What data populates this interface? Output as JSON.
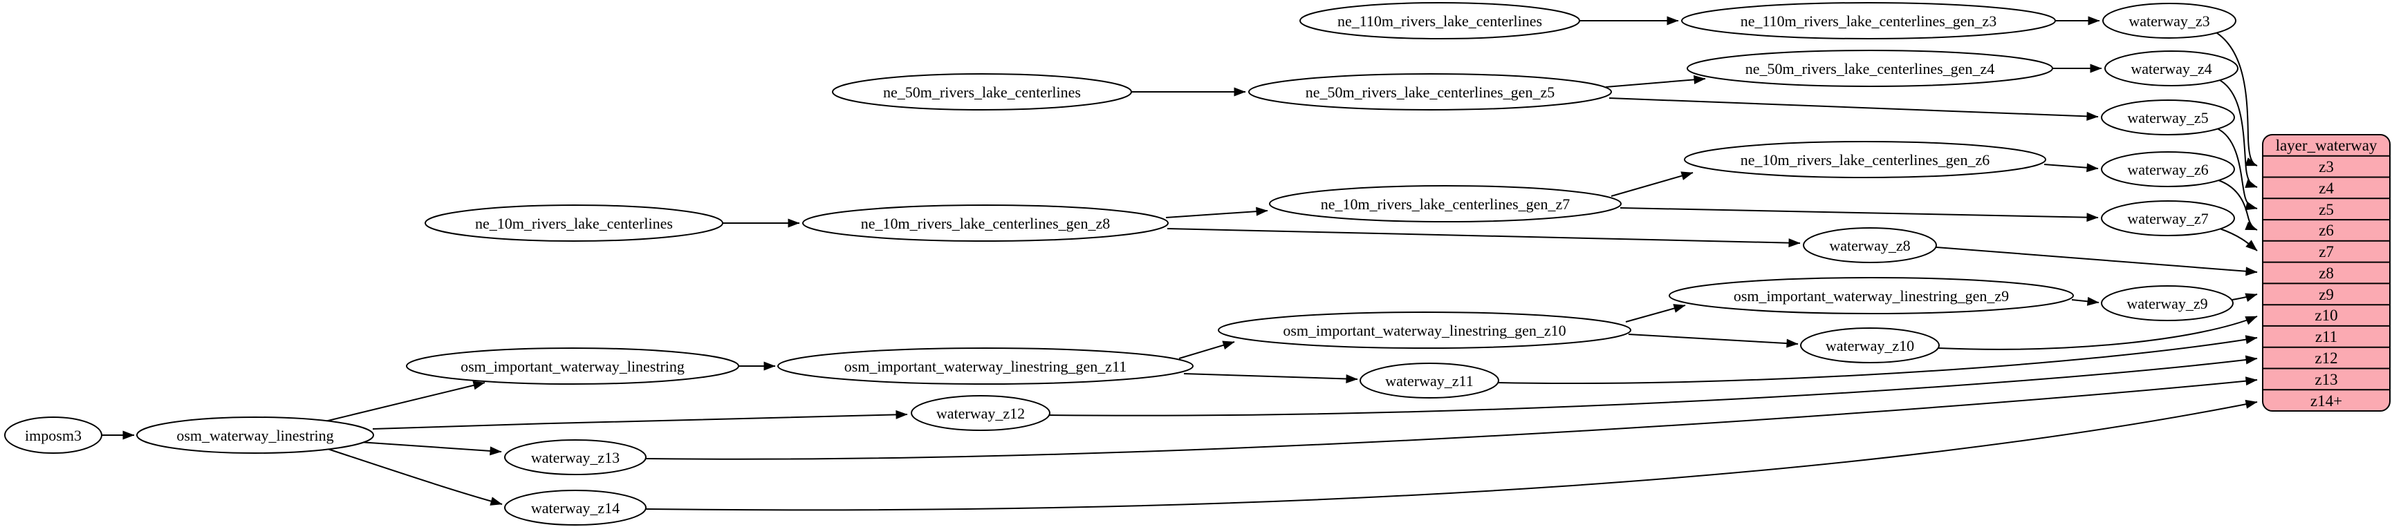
{
  "diagram": {
    "colors": {
      "background": "#ffffff",
      "node_fill": "#ffffff",
      "node_stroke": "#000000",
      "edge_color": "#000000",
      "record_fill": "#fbaab2"
    },
    "nodes": {
      "imposm3": "imposm3",
      "osm_waterway_linestring": "osm_waterway_linestring",
      "osm_important_waterway_linestring": "osm_important_waterway_linestring",
      "osm_important_waterway_linestring_gen_z11": "osm_important_waterway_linestring_gen_z11",
      "osm_important_waterway_linestring_gen_z10": "osm_important_waterway_linestring_gen_z10",
      "osm_important_waterway_linestring_gen_z9": "osm_important_waterway_linestring_gen_z9",
      "ne_110m_rivers_lake_centerlines": "ne_110m_rivers_lake_centerlines",
      "ne_110m_rivers_lake_centerlines_gen_z3": "ne_110m_rivers_lake_centerlines_gen_z3",
      "ne_50m_rivers_lake_centerlines": "ne_50m_rivers_lake_centerlines",
      "ne_50m_rivers_lake_centerlines_gen_z5": "ne_50m_rivers_lake_centerlines_gen_z5",
      "ne_50m_rivers_lake_centerlines_gen_z4": "ne_50m_rivers_lake_centerlines_gen_z4",
      "ne_10m_rivers_lake_centerlines": "ne_10m_rivers_lake_centerlines",
      "ne_10m_rivers_lake_centerlines_gen_z8": "ne_10m_rivers_lake_centerlines_gen_z8",
      "ne_10m_rivers_lake_centerlines_gen_z7": "ne_10m_rivers_lake_centerlines_gen_z7",
      "ne_10m_rivers_lake_centerlines_gen_z6": "ne_10m_rivers_lake_centerlines_gen_z6",
      "waterway_z3": "waterway_z3",
      "waterway_z4": "waterway_z4",
      "waterway_z5": "waterway_z5",
      "waterway_z6": "waterway_z6",
      "waterway_z7": "waterway_z7",
      "waterway_z8": "waterway_z8",
      "waterway_z9": "waterway_z9",
      "waterway_z10": "waterway_z10",
      "waterway_z11": "waterway_z11",
      "waterway_z12": "waterway_z12",
      "waterway_z13": "waterway_z13",
      "waterway_z14": "waterway_z14"
    },
    "record": {
      "title": "layer_waterway",
      "rows": [
        "z3",
        "z4",
        "z5",
        "z6",
        "z7",
        "z8",
        "z9",
        "z10",
        "z11",
        "z12",
        "z13",
        "z14+"
      ]
    },
    "edges": [
      [
        "imposm3",
        "osm_waterway_linestring"
      ],
      [
        "osm_waterway_linestring",
        "osm_important_waterway_linestring"
      ],
      [
        "osm_waterway_linestring",
        "waterway_z12"
      ],
      [
        "osm_waterway_linestring",
        "waterway_z13"
      ],
      [
        "osm_waterway_linestring",
        "waterway_z14"
      ],
      [
        "ne_110m_rivers_lake_centerlines",
        "ne_110m_rivers_lake_centerlines_gen_z3"
      ],
      [
        "ne_110m_rivers_lake_centerlines_gen_z3",
        "waterway_z3"
      ],
      [
        "waterway_z3",
        "layer_waterway.z3"
      ],
      [
        "ne_50m_rivers_lake_centerlines",
        "ne_50m_rivers_lake_centerlines_gen_z5"
      ],
      [
        "ne_50m_rivers_lake_centerlines_gen_z5",
        "ne_50m_rivers_lake_centerlines_gen_z4"
      ],
      [
        "ne_50m_rivers_lake_centerlines_gen_z5",
        "waterway_z5"
      ],
      [
        "ne_50m_rivers_lake_centerlines_gen_z4",
        "waterway_z4"
      ],
      [
        "waterway_z4",
        "layer_waterway.z4"
      ],
      [
        "waterway_z5",
        "layer_waterway.z5"
      ],
      [
        "ne_10m_rivers_lake_centerlines",
        "ne_10m_rivers_lake_centerlines_gen_z8"
      ],
      [
        "ne_10m_rivers_lake_centerlines_gen_z8",
        "ne_10m_rivers_lake_centerlines_gen_z7"
      ],
      [
        "ne_10m_rivers_lake_centerlines_gen_z8",
        "waterway_z8"
      ],
      [
        "ne_10m_rivers_lake_centerlines_gen_z7",
        "ne_10m_rivers_lake_centerlines_gen_z6"
      ],
      [
        "ne_10m_rivers_lake_centerlines_gen_z7",
        "waterway_z7"
      ],
      [
        "ne_10m_rivers_lake_centerlines_gen_z6",
        "waterway_z6"
      ],
      [
        "waterway_z6",
        "layer_waterway.z6"
      ],
      [
        "waterway_z7",
        "layer_waterway.z7"
      ],
      [
        "waterway_z8",
        "layer_waterway.z8"
      ],
      [
        "osm_important_waterway_linestring",
        "osm_important_waterway_linestring_gen_z11"
      ],
      [
        "osm_important_waterway_linestring_gen_z11",
        "osm_important_waterway_linestring_gen_z10"
      ],
      [
        "osm_important_waterway_linestring_gen_z11",
        "waterway_z11"
      ],
      [
        "osm_important_waterway_linestring_gen_z10",
        "osm_important_waterway_linestring_gen_z9"
      ],
      [
        "osm_important_waterway_linestring_gen_z10",
        "waterway_z10"
      ],
      [
        "osm_important_waterway_linestring_gen_z9",
        "waterway_z9"
      ],
      [
        "waterway_z9",
        "layer_waterway.z9"
      ],
      [
        "waterway_z10",
        "layer_waterway.z10"
      ],
      [
        "waterway_z11",
        "layer_waterway.z11"
      ],
      [
        "waterway_z12",
        "layer_waterway.z12"
      ],
      [
        "waterway_z13",
        "layer_waterway.z13"
      ],
      [
        "waterway_z14",
        "layer_waterway.z14+"
      ]
    ]
  }
}
